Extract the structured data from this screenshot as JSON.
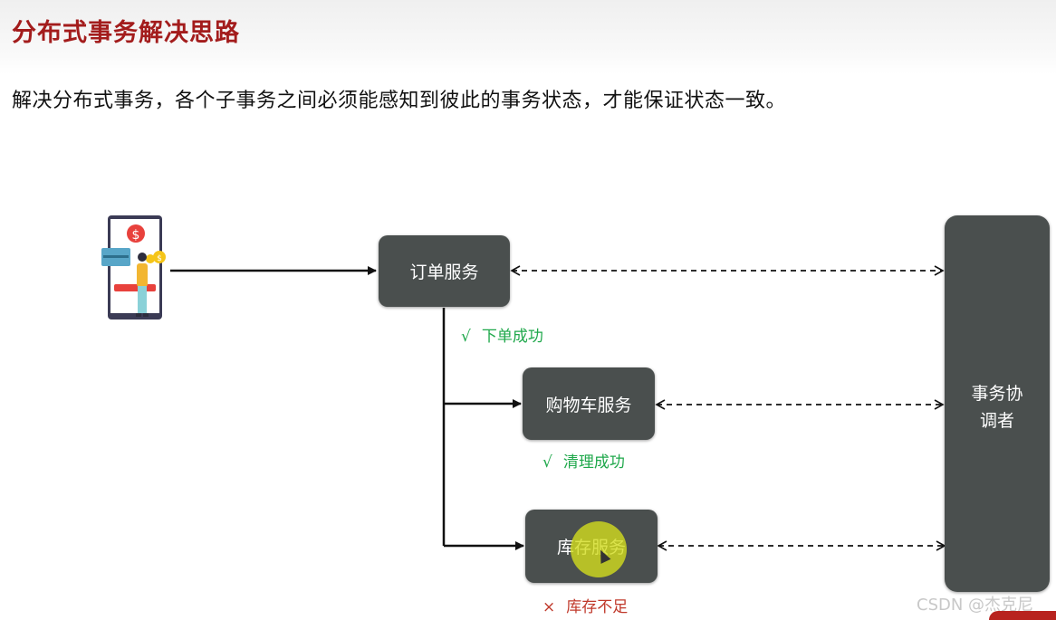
{
  "header": {
    "title": "分布式事务解决思路",
    "subtitle": "解决分布式事务，各个子事务之间必须能感知到彼此的事务状态，才能保证状态一致。"
  },
  "diagram": {
    "order_service": "订单服务",
    "cart_service": "购物车服务",
    "inventory_service": "库存服务",
    "coordinator_line1": "事务协",
    "coordinator_line2": "调者",
    "order_status": {
      "mark": "√",
      "text": "下单成功"
    },
    "cart_status": {
      "mark": "√",
      "text": "清理成功"
    },
    "inventory_status": {
      "mark": "×",
      "text": "库存不足"
    }
  },
  "watermark": "CSDN @杰克尼",
  "colors": {
    "title": "#a31c1c",
    "box": "#4a4f4e",
    "success": "#1fa84b",
    "failure": "#c0392b"
  },
  "icons": [
    "user-payment-illustration",
    "cursor-icon"
  ]
}
